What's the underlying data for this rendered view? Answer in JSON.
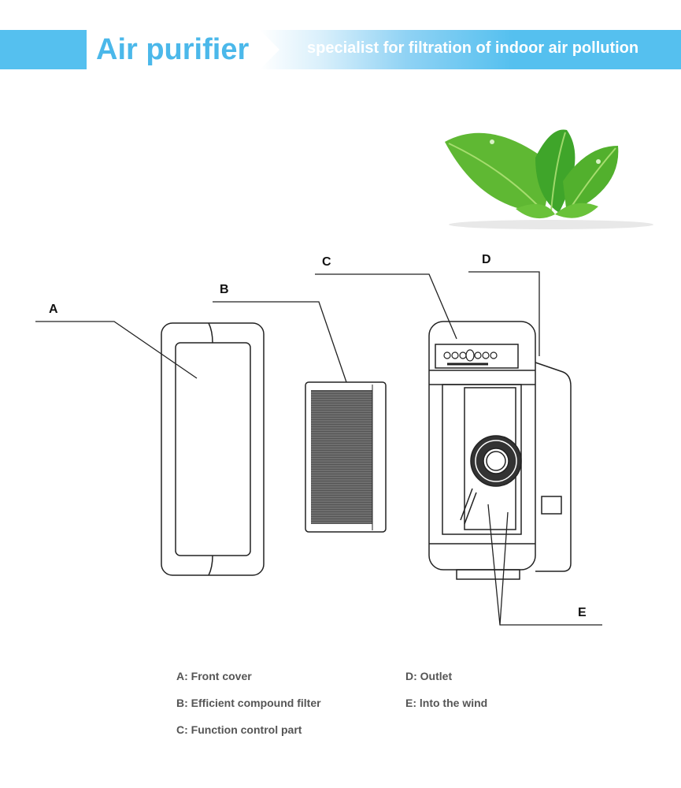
{
  "banner": {
    "title": "Air purifier",
    "subtitle": "specialist for filtration of indoor air pollution",
    "accent_color": "#55c0ef"
  },
  "callouts": {
    "a": "A",
    "b": "B",
    "c": "C",
    "d": "D",
    "e": "E"
  },
  "legend": [
    "A: Front cover",
    "B: Efficient compound filter",
    "C: Function control part",
    "D: Outlet",
    "E: lnto the wind"
  ]
}
